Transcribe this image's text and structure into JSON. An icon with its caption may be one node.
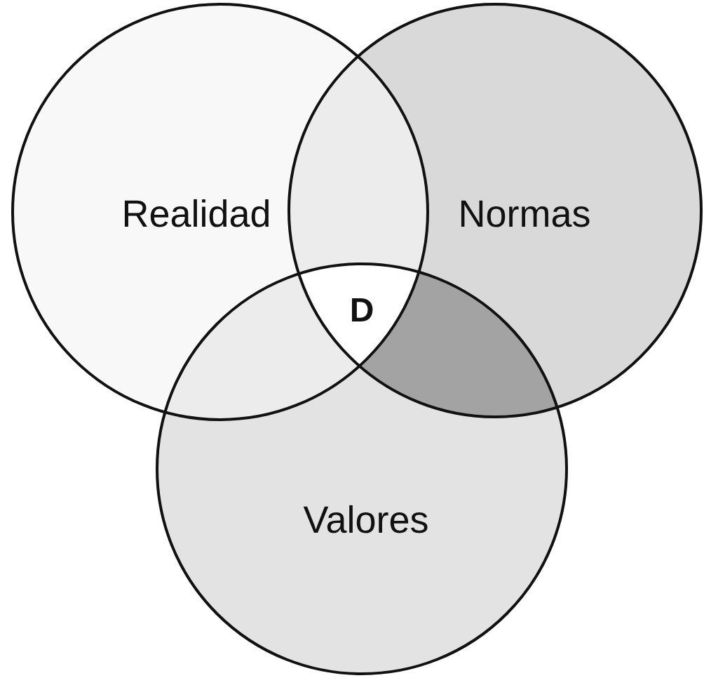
{
  "diagram": {
    "nodes": [
      {
        "text": [
          "Realidad"
        ]
      },
      {
        "text": [
          "Normas"
        ]
      },
      {
        "text": [
          "Valores"
        ]
      }
    ],
    "labels": [
      "D"
    ]
  }
}
